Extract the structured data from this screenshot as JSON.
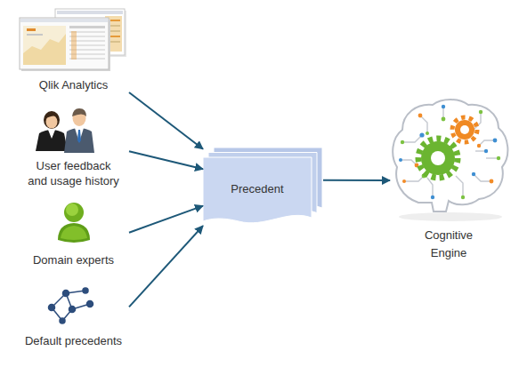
{
  "diagram": {
    "nodes": [
      {
        "text": [
          "Qlik Analytics"
        ]
      },
      {
        "text": [
          "User feedback and usage history"
        ]
      },
      {
        "text": [
          "Domain experts"
        ]
      },
      {
        "text": [
          "Default precedents"
        ]
      },
      {
        "text": [
          "Precedent"
        ]
      },
      {
        "text": [
          "Cognitive Engine"
        ]
      }
    ],
    "edges": [
      {
        "from": 0,
        "to": 4,
        "arrow": "to"
      },
      {
        "from": 1,
        "to": 4,
        "arrow": "to"
      },
      {
        "from": 2,
        "to": 4,
        "arrow": "to"
      },
      {
        "from": 3,
        "to": 4,
        "arrow": "to"
      },
      {
        "from": 4,
        "to": 5,
        "arrow": "to"
      }
    ]
  }
}
